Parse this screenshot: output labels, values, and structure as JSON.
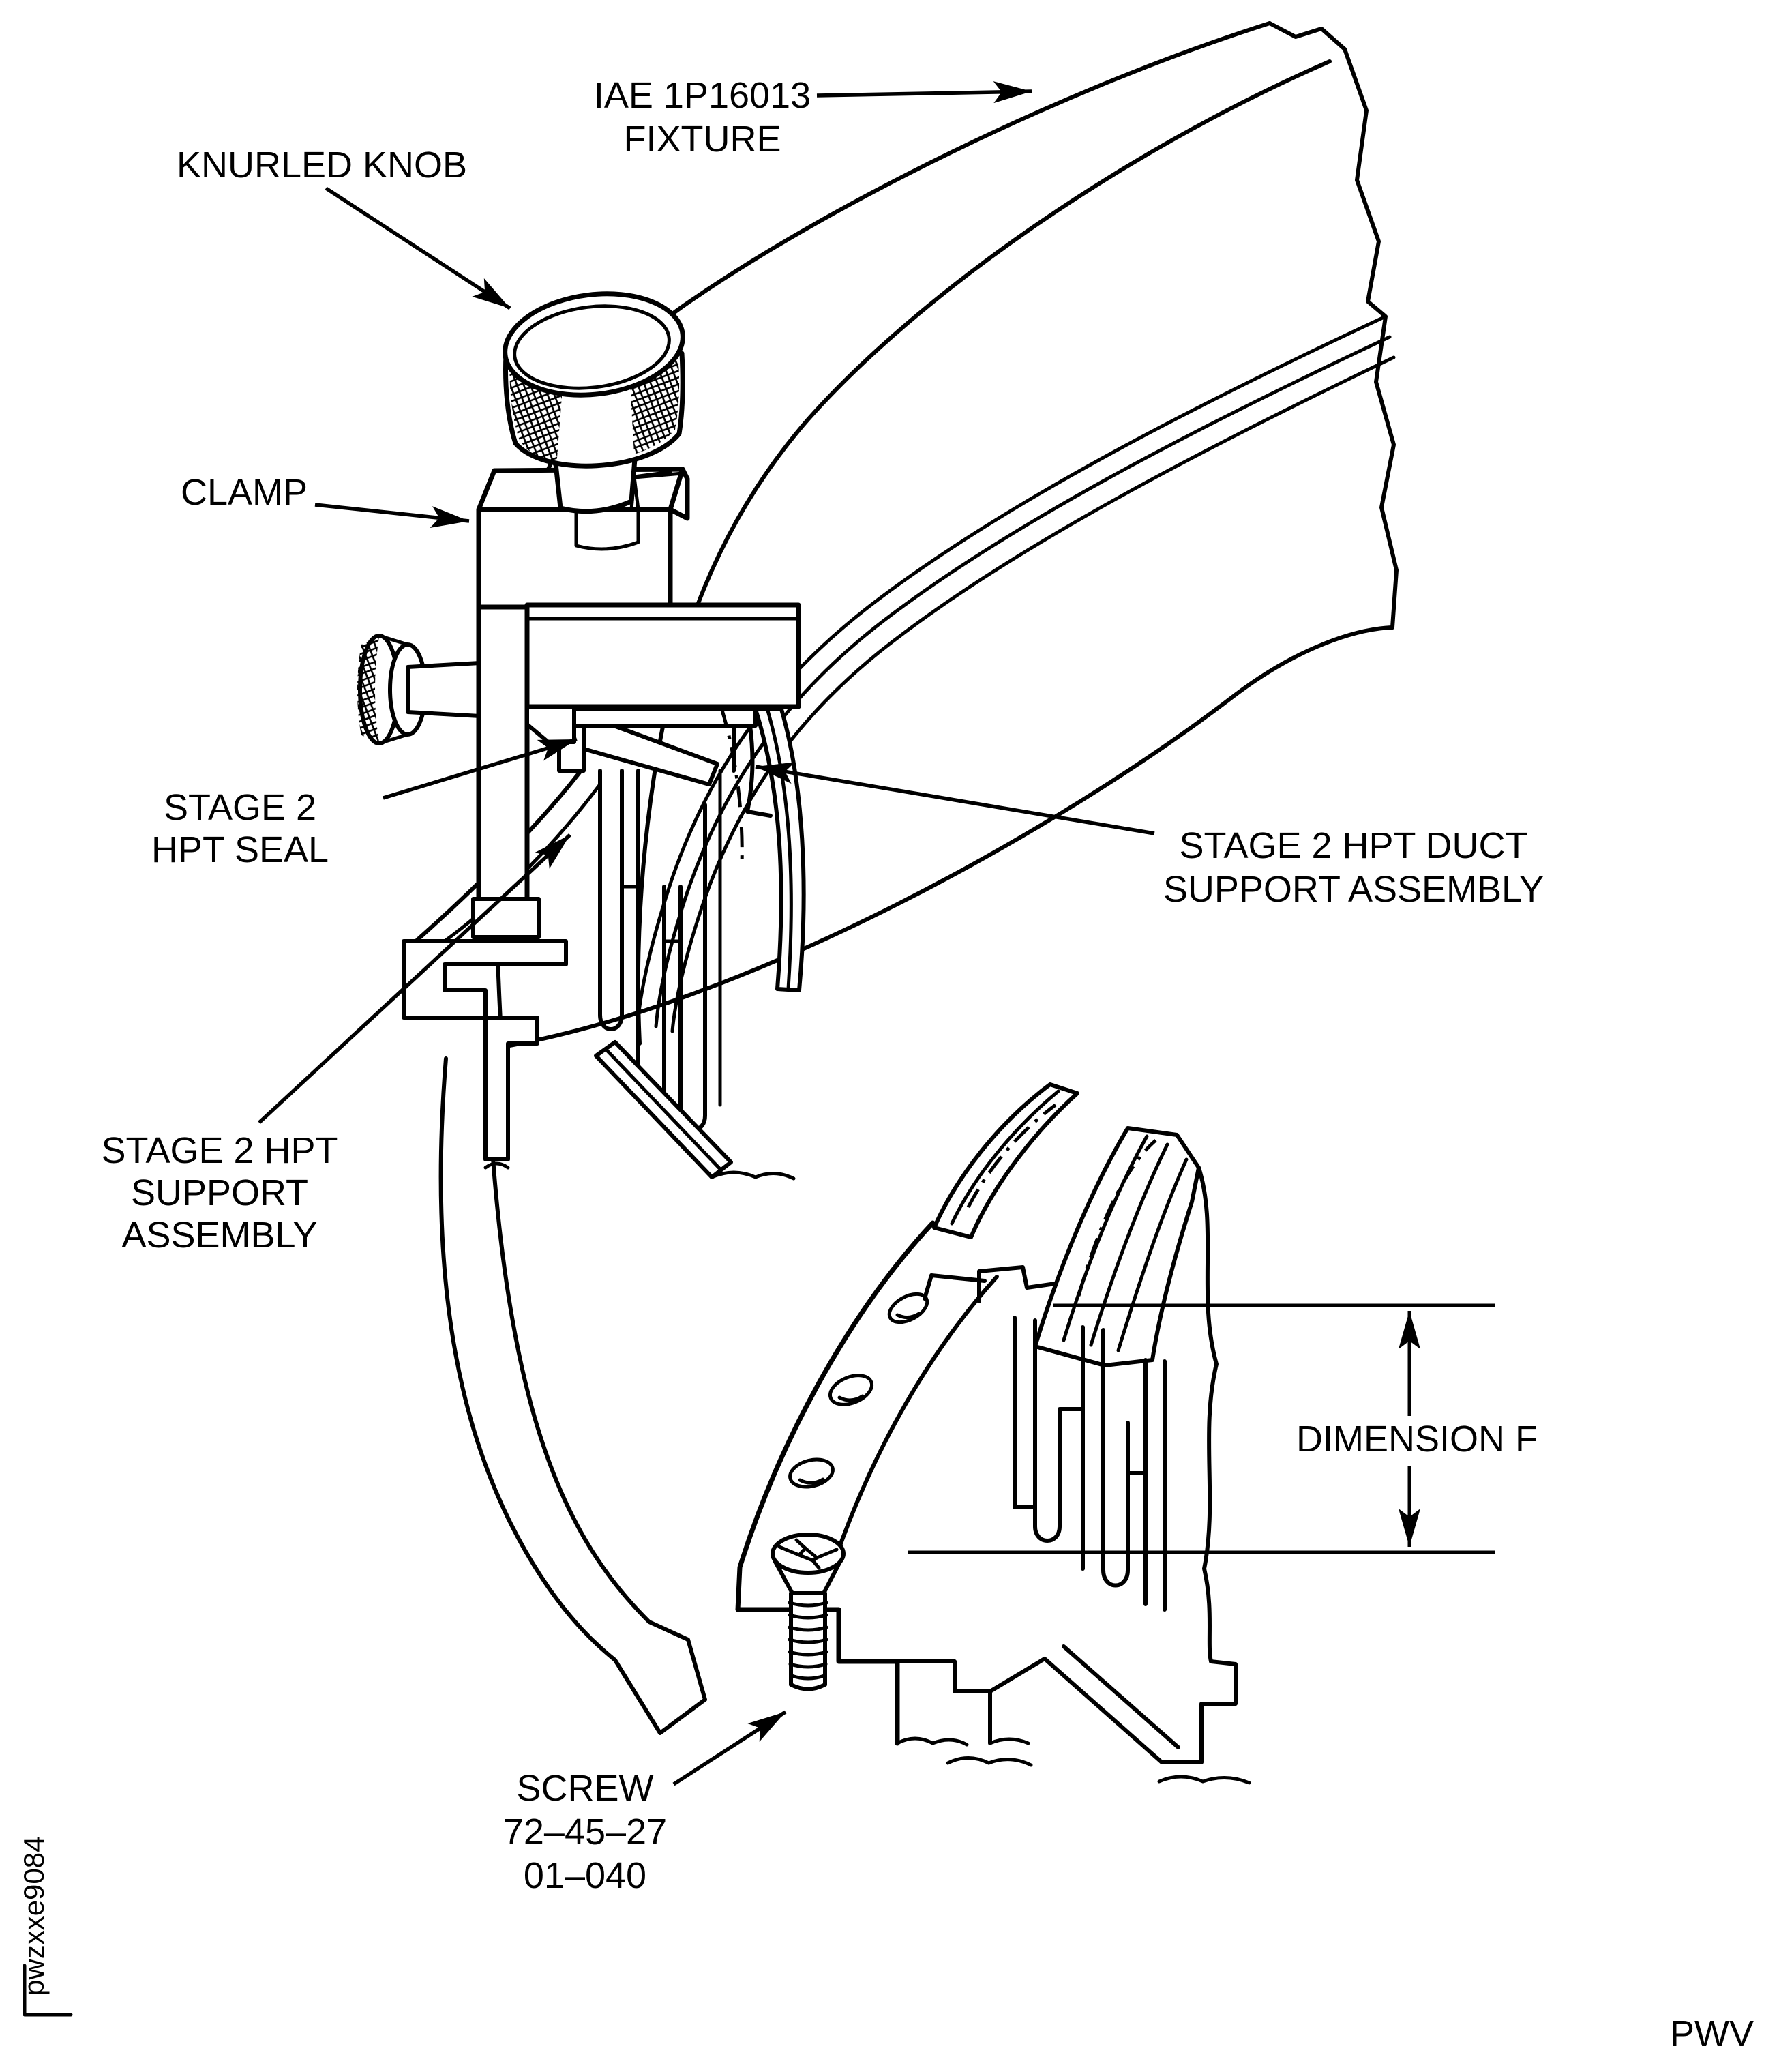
{
  "diagram": {
    "type": "technical-illustration",
    "colors": {
      "ink": "#000000",
      "paper": "#ffffff"
    },
    "labels": {
      "fixture": {
        "line1": "IAE 1P16013",
        "line2": "FIXTURE"
      },
      "knurled_knob": "KNURLED KNOB",
      "clamp": "CLAMP",
      "hpt_seal": {
        "line1": "STAGE 2",
        "line2": "HPT SEAL"
      },
      "duct_support": {
        "line1": "STAGE 2 HPT DUCT",
        "line2": "SUPPORT ASSEMBLY"
      },
      "support_assembly": {
        "line1": "STAGE 2 HPT",
        "line2": "SUPPORT",
        "line3": "ASSEMBLY"
      },
      "dimension": "DIMENSION F",
      "screw": {
        "line1": "SCREW",
        "line2": "72–45–27",
        "line3": "01–040"
      }
    },
    "footer": {
      "figure_code": "pwzxxe9084",
      "brand": "PWV"
    }
  }
}
